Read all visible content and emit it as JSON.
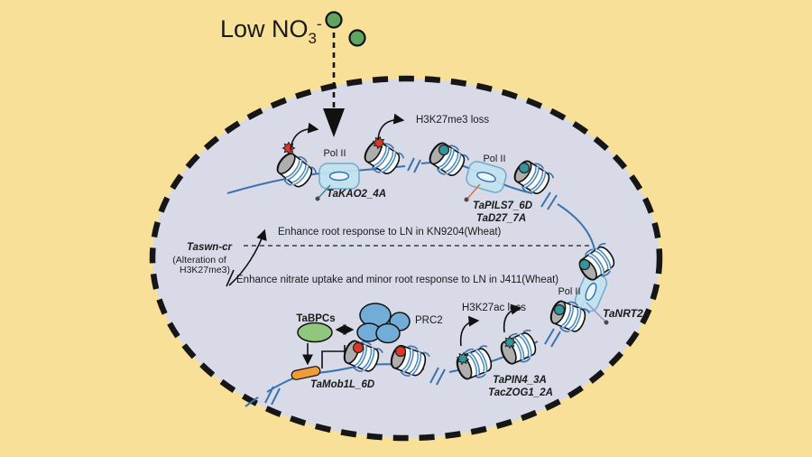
{
  "colors": {
    "background": "#F8E098",
    "cell_fill": "#D9DAE8",
    "membrane": "#161616",
    "dna": "#3A72AE",
    "pol2_fill": "#C3E2EF",
    "pol2_stroke": "#68A8C8",
    "nucleosome_cap": "#AEAEAE",
    "nucleosome_body": "#FBFBF8",
    "nucleosome_stripe": "#4D88BD",
    "mark_red": "#DD3826",
    "mark_teal": "#33969A",
    "nitrate_green": "#5FA45F",
    "bpc_fill": "#8FC87D",
    "prc2_fill": "#72ACD8",
    "cis_element": "#F09A38",
    "line_teal": "#2E8B8B",
    "line_orange": "#E2683C",
    "line_purple": "#9A8FC0"
  },
  "external": {
    "low_no3_prefix": "Low NO",
    "low_no3_sub": "3",
    "low_no3_sup": "-"
  },
  "cell": {
    "pol2_label_1": "Pol II",
    "pol2_label_2": "Pol II",
    "pol2_label_3": "Pol II",
    "h3k27me3_loss": "H3K27me3 loss",
    "h3k27ac_loss": "H3K27ac loss",
    "taswn_cr": "Taswn-cr",
    "taswn_note_line1": "(Alteration of",
    "taswn_note_line2": "H3K27me3)",
    "statement_kn9204": "Enhance root response to LN in KN9204(Wheat)",
    "statement_j411": "Enhance nitrate uptake and minor root response to LN in J411(Wheat)",
    "tabpcs": "TaBPCs",
    "prc2": "PRC2",
    "genes": {
      "takao2": "TaKAO2_4A",
      "tapils7": "TaPILS7_6D",
      "tad27": "TaD27_7A",
      "tanrt2": "TaNRT2",
      "tapin4": "TaPIN4_3A",
      "taczog1": "TacZOG1_2A",
      "tamob1l": "TaMob1L_6D"
    }
  }
}
